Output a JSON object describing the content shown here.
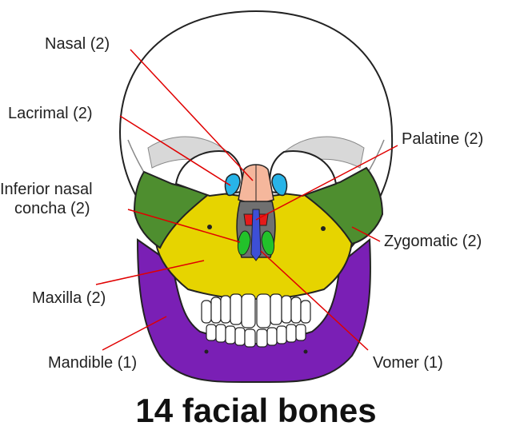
{
  "title": "14 facial bones",
  "labels": {
    "nasal": "Nasal (2)",
    "lacrimal": "Lacrimal (2)",
    "palatine": "Palatine (2)",
    "inferior_nasal_concha_line1": "Inferior nasal",
    "inferior_nasal_concha_line2": "concha (2)",
    "zygomatic": "Zygomatic (2)",
    "maxilla": "Maxilla (2)",
    "mandible": "Mandible (1)",
    "vomer": "Vomer (1)"
  },
  "colors": {
    "skull": "#ffffff",
    "skull_shade": "#d8d8d8",
    "nasal": "#f5b79c",
    "lacrimal": "#28b4e8",
    "palatine": "#e51a1a",
    "inferior_nasal_concha": "#22c22a",
    "zygomatic": "#4e8e2f",
    "maxilla": "#e6d400",
    "mandible": "#7a1fb5",
    "vomer": "#3d4fd6",
    "leader_line": "#e00000"
  }
}
